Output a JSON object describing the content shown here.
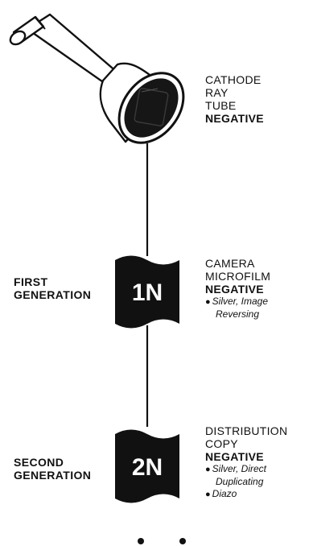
{
  "crt": {
    "label_lines": [
      "CATHODE",
      "RAY",
      "TUBE"
    ],
    "label_bold": "NEGATIVE"
  },
  "first": {
    "generation_lines": [
      "FIRST",
      "GENERATION"
    ],
    "film_code": "1N",
    "label_lines": [
      "CAMERA",
      "MICROFILM"
    ],
    "label_bold": "NEGATIVE",
    "bullets": [
      {
        "lines": [
          "Silver, Image",
          "Reversing"
        ]
      }
    ]
  },
  "second": {
    "generation_lines": [
      "SECOND",
      "GENERATION"
    ],
    "film_code": "2N",
    "label_lines": [
      "DISTRIBUTION",
      "COPY"
    ],
    "label_bold": "NEGATIVE",
    "bullets": [
      {
        "lines": [
          "Silver, Direct",
          "Duplicating"
        ]
      },
      {
        "lines": [
          "Diazo"
        ]
      }
    ]
  },
  "bullet_symbol": "●",
  "ellipsis_dots": 2,
  "colors": {
    "ink": "#111111",
    "paper": "#ffffff"
  }
}
